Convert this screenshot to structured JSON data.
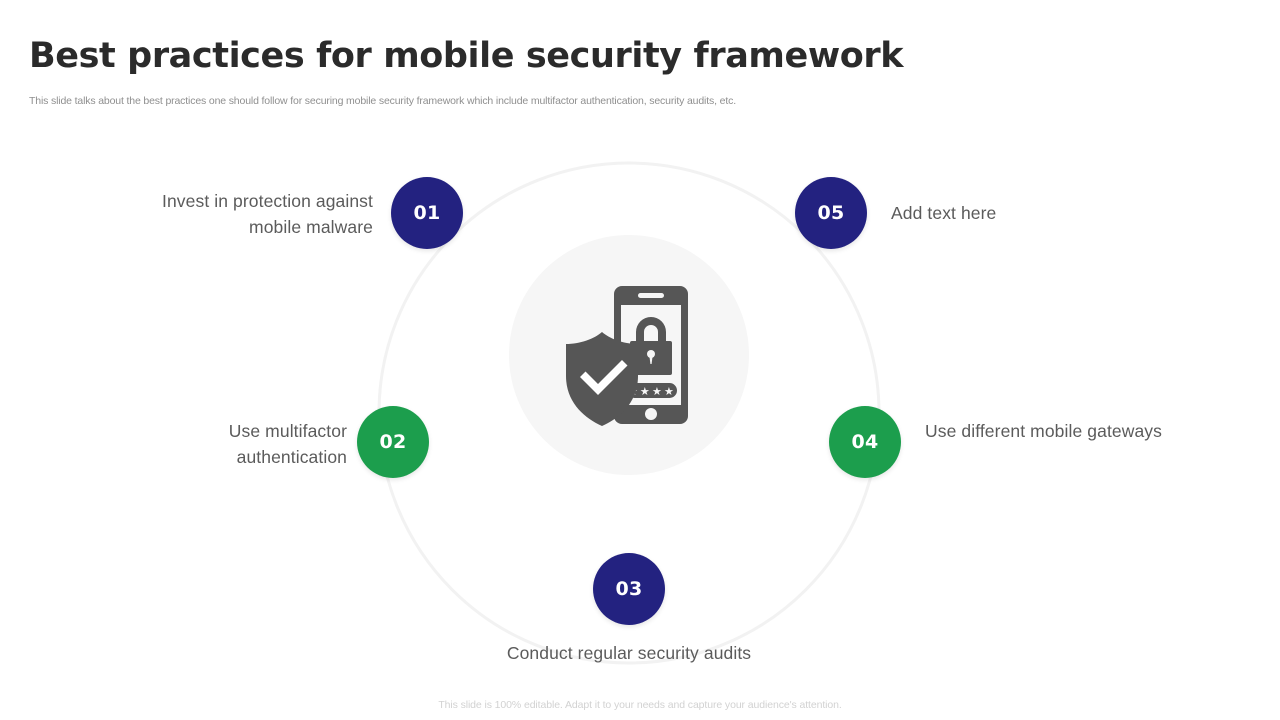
{
  "header": {
    "title": "Best practices for mobile security framework",
    "subtitle": "This slide talks about the best practices one should follow for securing mobile security framework which include multifactor authentication, security audits, etc."
  },
  "footer": {
    "note": "This slide is 100% editable. Adapt it to your needs and capture your audience's attention."
  },
  "colors": {
    "navy": "#232280",
    "green": "#1c9e4d",
    "hub_fill": "#f6f6f6",
    "ring_stroke": "#f2f2f2",
    "icon_gray": "#565656",
    "title_text": "#2b2b2b",
    "label_text": "#5b5b5b",
    "subtitle_text": "#8f8f8f",
    "footer_text": "#d2d2d2"
  },
  "diagram": {
    "center_icon": "mobile-lock-shield-icon",
    "nodes": [
      {
        "number": "01",
        "label": "Invest in protection against mobile malware",
        "color": "#232280"
      },
      {
        "number": "02",
        "label": "Use multifactor authentication",
        "color": "#1c9e4d"
      },
      {
        "number": "03",
        "label": "Conduct regular security audits",
        "color": "#232280"
      },
      {
        "number": "04",
        "label": "Use different mobile gateways",
        "color": "#1c9e4d"
      },
      {
        "number": "05",
        "label": "Add text here",
        "color": "#232280"
      }
    ]
  }
}
